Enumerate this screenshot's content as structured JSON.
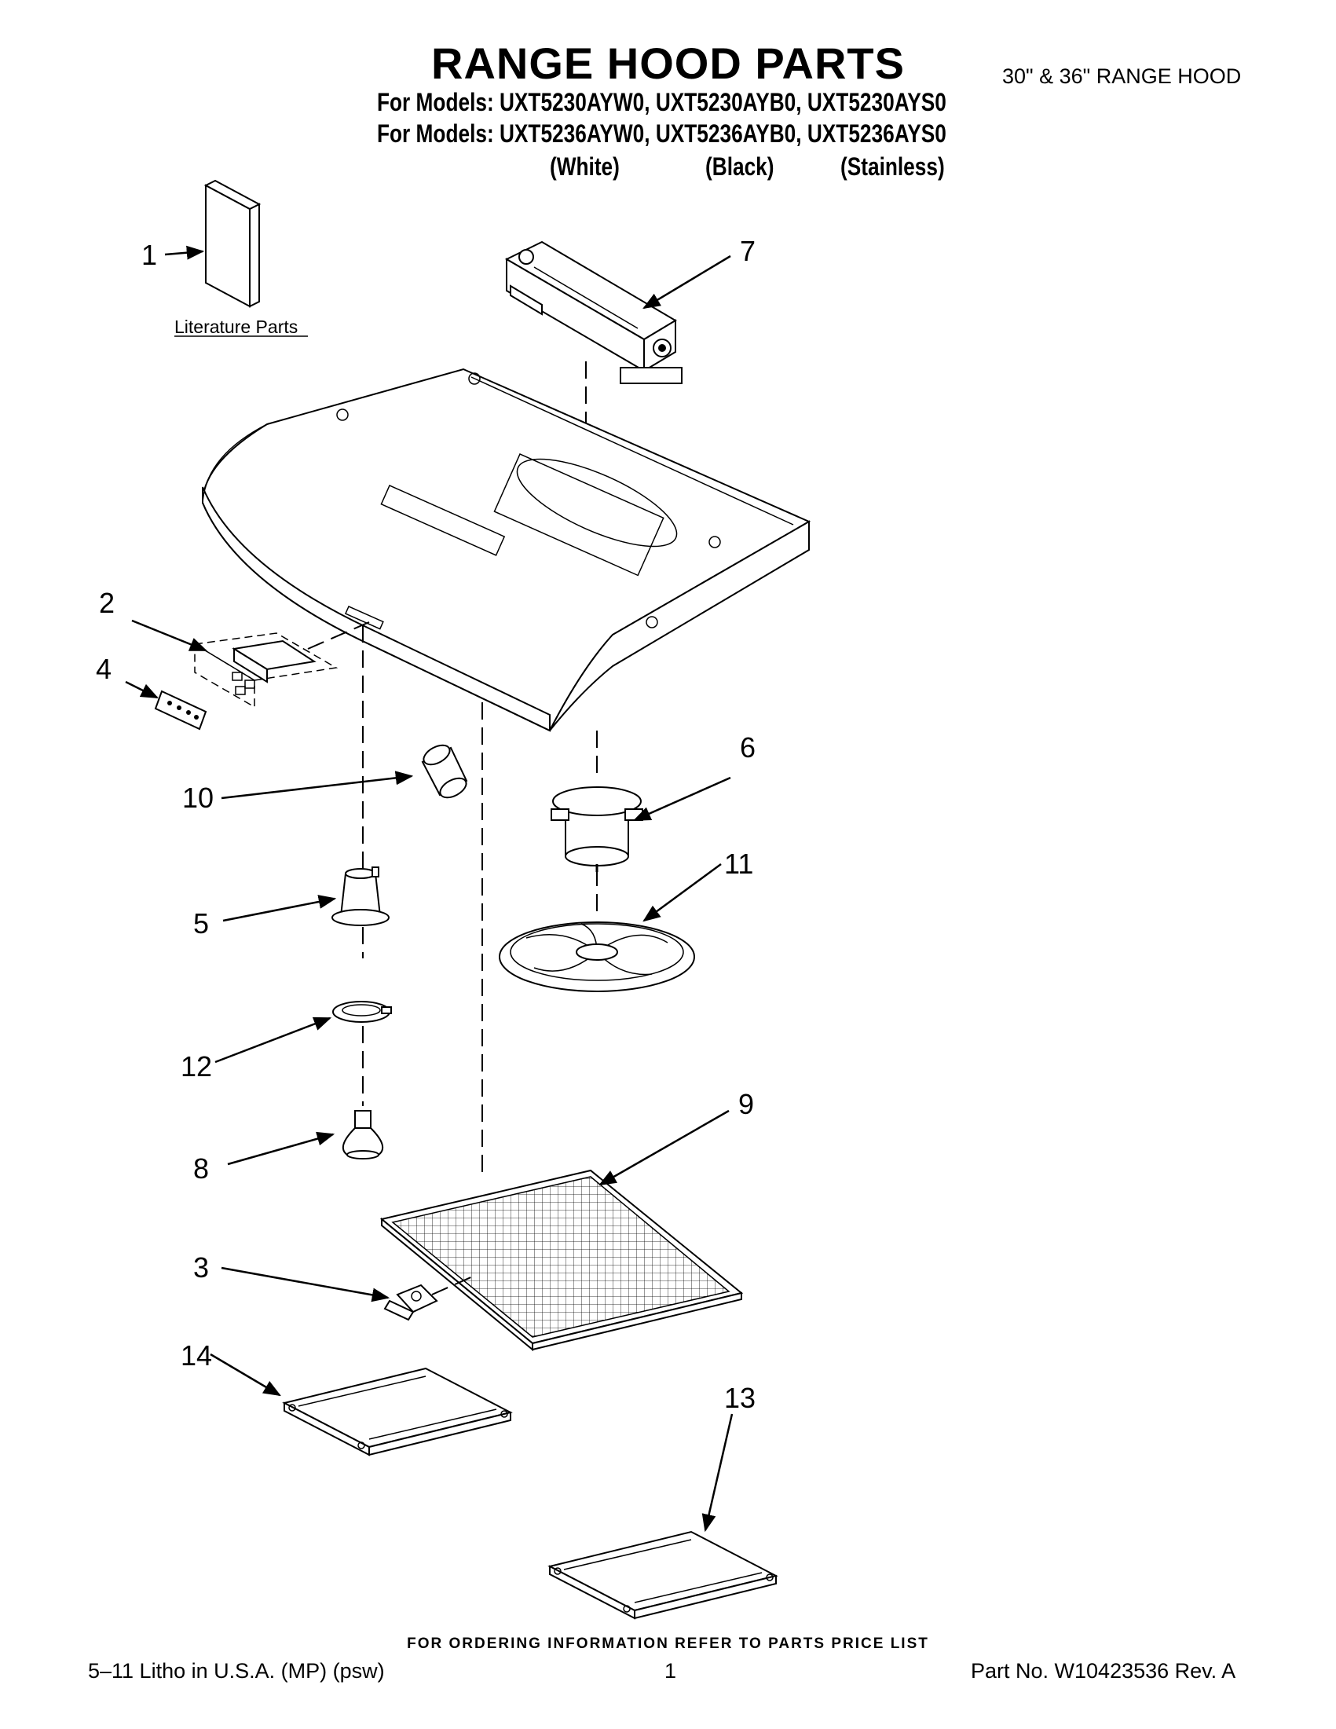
{
  "header": {
    "title": "RANGE HOOD PARTS",
    "size_note": "30\" & 36\" RANGE HOOD",
    "models_line_1": "For Models: UXT5230AYW0, UXT5230AYB0, UXT5230AYS0",
    "models_line_2": "For Models: UXT5236AYW0, UXT5236AYB0, UXT5236AYS0",
    "finishes": [
      "(White)",
      "(Black)",
      "(Stainless)"
    ]
  },
  "diagram": {
    "literature_label": "Literature Parts",
    "callouts": [
      "1",
      "2",
      "3",
      "4",
      "5",
      "6",
      "7",
      "8",
      "9",
      "10",
      "11",
      "12",
      "13",
      "14"
    ]
  },
  "footer": {
    "ordering_note": "FOR ORDERING INFORMATION REFER TO PARTS PRICE LIST",
    "litho": "5–11 Litho in U.S.A. (MP) (psw)",
    "page_number": "1",
    "part_number": "Part No. W10423536 Rev. A"
  }
}
